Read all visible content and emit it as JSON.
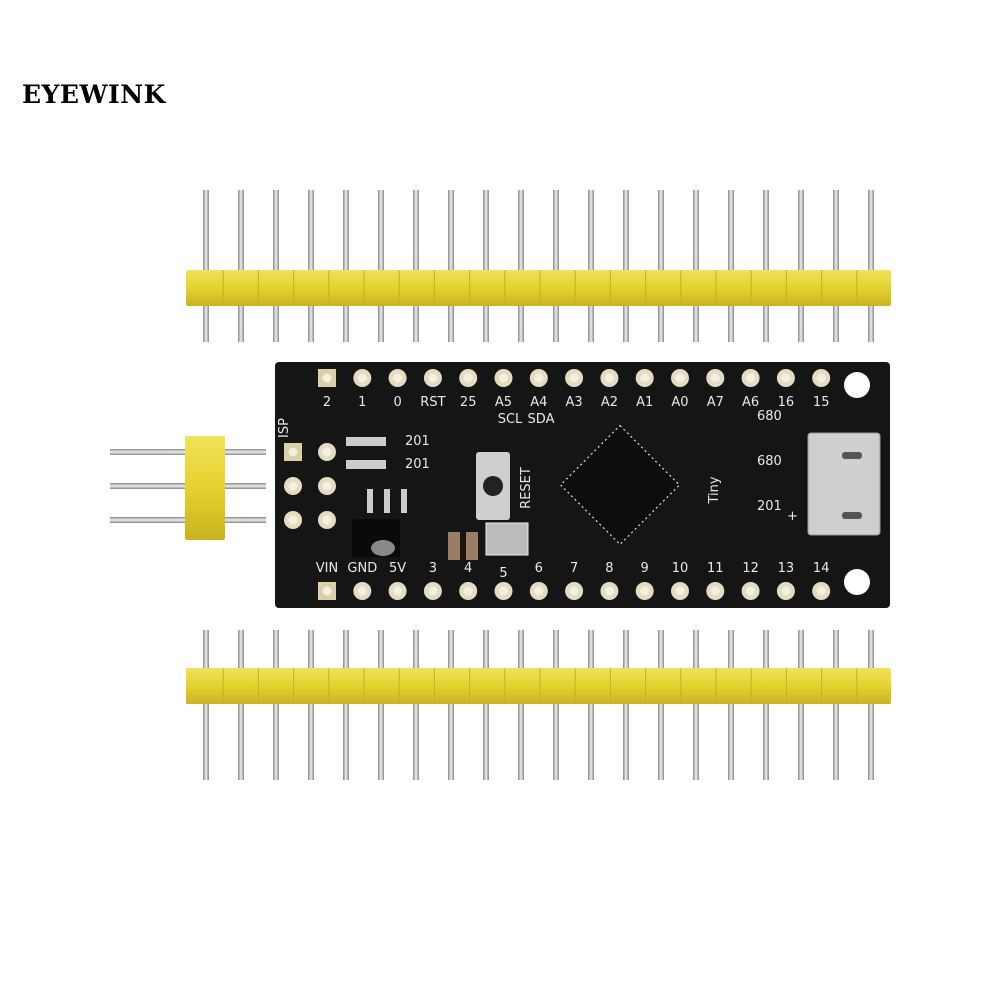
{
  "brand": "EYEWINK",
  "board": {
    "name_label": "Tiny",
    "reset_label": "RESET",
    "isp_label": "ISP",
    "i2c_labels": [
      "SCL",
      "SDA"
    ],
    "top_pins": [
      "2",
      "1",
      "0",
      "RST",
      "25",
      "A5",
      "A4",
      "A3",
      "A2",
      "A1",
      "A0",
      "A7",
      "A6",
      "16",
      "15"
    ],
    "bottom_pins": [
      "VIN",
      "GND",
      "5V",
      "3",
      "4",
      "5",
      "6",
      "7",
      "8",
      "9",
      "10",
      "11",
      "12",
      "13",
      "14"
    ],
    "smd_labels": [
      "201",
      "201",
      "680",
      "680",
      "201"
    ],
    "plus_label": "+"
  },
  "header_pin_count": 20,
  "isp_pin_count": 3,
  "colors": {
    "pcb": "#151515",
    "header": "#e7d63a",
    "pad": "#e4dcc0",
    "pin": "#b8b8b8"
  }
}
